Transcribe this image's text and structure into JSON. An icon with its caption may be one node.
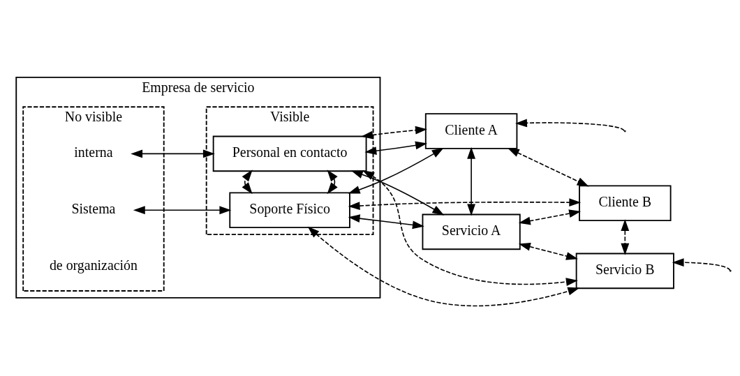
{
  "diagram": {
    "nodes": [
      {
        "text": [
          "Empresa de servicio"
        ]
      },
      {
        "text": [
          "No visible"
        ],
        "in": 0
      },
      {
        "text": [
          "Visible"
        ],
        "in": 0
      },
      {
        "text": [
          "Sistema"
        ],
        "in": 1
      },
      {
        "text": [
          "Soporte Físico"
        ],
        "in": 2
      },
      {
        "text": [
          "interna"
        ],
        "in": 1
      },
      {
        "text": [
          "Personal en contacto"
        ],
        "in": 2
      },
      {
        "text": [
          "Cliente A"
        ]
      },
      {
        "text": [
          "Cliente B"
        ]
      },
      {
        "text": [
          "Servicio A"
        ]
      },
      {
        "text": [
          "Servicio B"
        ]
      }
    ],
    "edges": [
      {
        "from": 3,
        "to": 4,
        "arrow": "both"
      },
      {
        "from": 5,
        "to": 6,
        "arrow": "both"
      },
      {
        "from": 4,
        "to": 6,
        "arrow": "both"
      },
      {
        "from": 4,
        "to": 6,
        "arrow": "both",
        "style": "dashed"
      },
      {
        "from": 4,
        "to": 7,
        "arrow": "both"
      },
      {
        "from": 4,
        "to": 8,
        "arrow": "both",
        "style": "dashed"
      },
      {
        "from": 4,
        "to": 9,
        "arrow": "both"
      },
      {
        "from": 4,
        "to": 10,
        "arrow": "both",
        "style": "dashed"
      },
      {
        "from": 6,
        "to": 7,
        "arrow": "both"
      },
      {
        "from": 6,
        "to": 7,
        "arrow": "both",
        "style": "dashed"
      },
      {
        "from": 6,
        "to": 9,
        "arrow": "both"
      },
      {
        "from": 6,
        "to": 10,
        "arrow": "both",
        "style": "dashed"
      },
      {
        "from": 7,
        "to": 9,
        "arrow": "both"
      },
      {
        "from": 7,
        "to": 8,
        "arrow": "both",
        "style": "dashed"
      },
      {
        "from": 8,
        "to": 9,
        "arrow": "both",
        "style": "dashed"
      },
      {
        "from": 9,
        "to": 10,
        "arrow": "both",
        "style": "dashed"
      },
      {
        "from": 8,
        "to": 10,
        "arrow": "both",
        "style": "dashed"
      },
      {
        "from": null,
        "to": 7,
        "arrow": "to",
        "style": "dashed"
      },
      {
        "from": null,
        "to": 10,
        "arrow": "to",
        "style": "dashed"
      }
    ],
    "labels": [
      "de organización"
    ]
  }
}
